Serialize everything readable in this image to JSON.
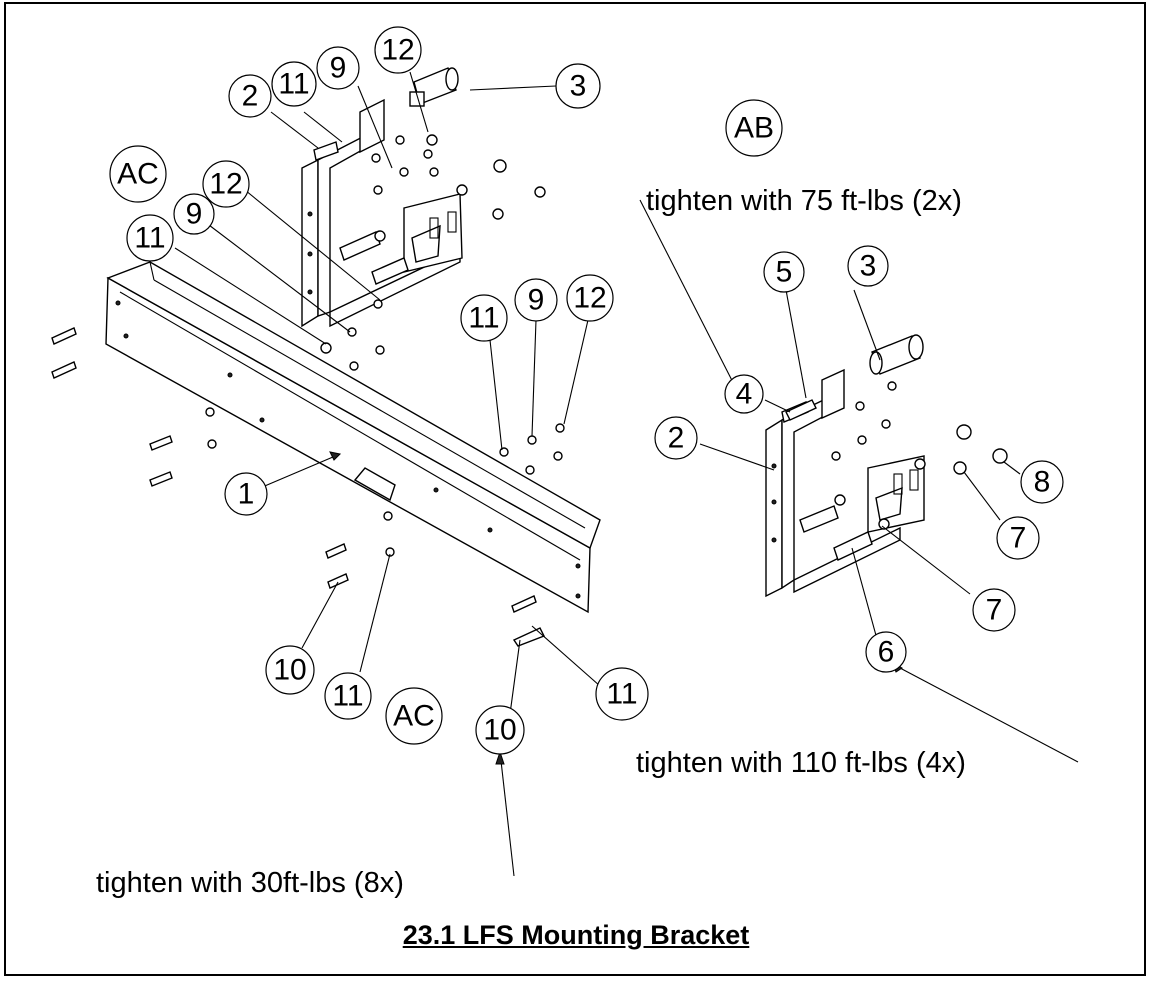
{
  "figure_title": "23.1 LFS Mounting Bracket",
  "notes": {
    "torque_75": "tighten with 75 ft-lbs (2x)",
    "torque_110": "tighten with 110 ft-lbs (4x)",
    "torque_30": "tighten with 30ft-lbs (8x)"
  },
  "balloons": {
    "b_2_top": "2",
    "b_11_top": "11",
    "b_9_top": "9",
    "b_12_top": "12",
    "b_3_top": "3",
    "b_ab": "AB",
    "b_ac_top": "AC",
    "b_12_mid": "12",
    "b_9_mid": "9",
    "b_11_mid": "11",
    "b_11_r": "11",
    "b_9_r": "9",
    "b_12_r": "12",
    "b_1": "1",
    "b_10_l": "10",
    "b_11_bl": "11",
    "b_ac_bot": "AC",
    "b_10_b": "10",
    "b_11_br": "11",
    "b_5": "5",
    "b_3_r": "3",
    "b_4": "4",
    "b_2_r": "2",
    "b_8": "8",
    "b_7_a": "7",
    "b_7_b": "7",
    "b_6": "6"
  }
}
